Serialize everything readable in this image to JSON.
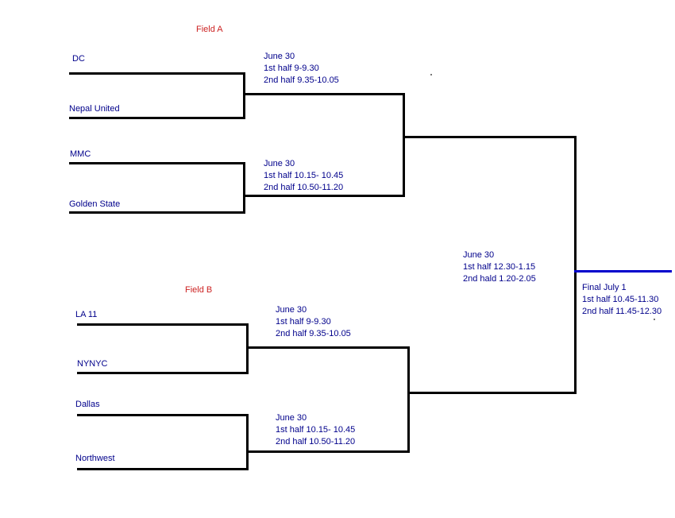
{
  "fields": {
    "a_label": "Field A",
    "b_label": "Field B"
  },
  "teams": {
    "dc": "DC",
    "nepal_united": "Nepal United",
    "mmc": "MMC",
    "golden_state": "Golden State",
    "la_11": "LA 11",
    "nynyc": "NYNYC",
    "dallas": "Dallas",
    "northwest": "Northwest"
  },
  "matches": {
    "a_upper": {
      "date": "June 30",
      "first_half": "1st half 9-9.30",
      "second_half": "2nd half 9.35-10.05"
    },
    "a_lower": {
      "date": "June 30",
      "first_half": "1st half 10.15- 10.45",
      "second_half": "2nd half 10.50-11.20"
    },
    "b_upper": {
      "date": "June 30",
      "first_half": "1st half 9-9.30",
      "second_half": "2nd half 9.35-10.05"
    },
    "b_lower": {
      "date": "June 30",
      "first_half": "1st half 10.15- 10.45",
      "second_half": "2nd half 10.50-11.20"
    },
    "semifinal": {
      "date": "June 30",
      "first_half": "1st half 12.30-1.15",
      "second_half": "2nd hald 1.20-2.05"
    },
    "final": {
      "date": "Final July 1",
      "first_half": "1st half 10.45-11.30",
      "second_half": "2nd half 11.45-12.30"
    }
  },
  "colors": {
    "bracket_line": "#000000",
    "final_line": "#0000CC",
    "team_text": "#00008B",
    "field_text": "#CC2222"
  }
}
